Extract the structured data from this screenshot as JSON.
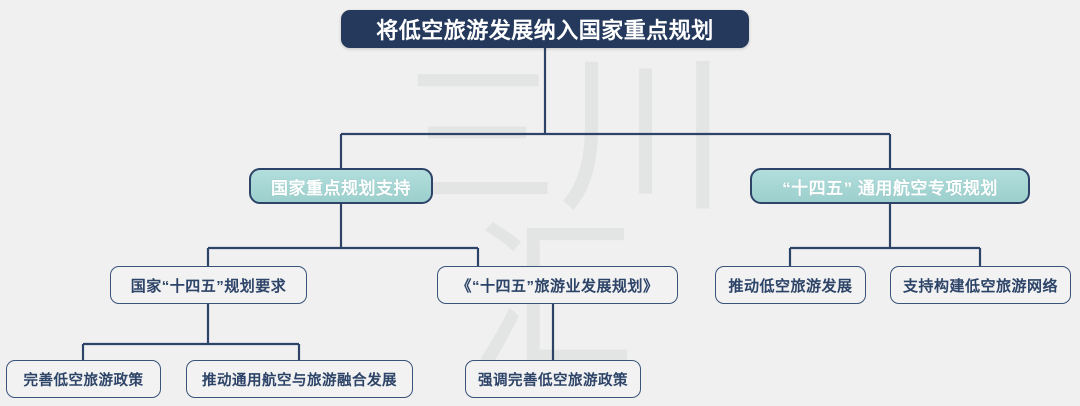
{
  "background_color": "#f0f0f0",
  "watermark": {
    "text": "三川汇",
    "chars": [
      "三",
      "川",
      "汇"
    ],
    "color": "#e3e4e4"
  },
  "colors": {
    "root_fill": "#25395c",
    "root_text": "#ffffff",
    "level2_fill": "#a8d7d5",
    "level2_border": "#2d4468",
    "level2_text": "#ffffff",
    "leaf_fill": "#f2f2f2",
    "leaf_border": "#3a5379",
    "leaf_text": "#2d4468",
    "connector": "#2d4468"
  },
  "diagram": {
    "root": {
      "label": "将低空旅游发展纳入国家重点规划"
    },
    "level2": [
      {
        "label": "国家重点规划支持"
      },
      {
        "label": "“十四五” 通用航空专项规划"
      }
    ],
    "level3": [
      {
        "label": "国家“十四五”规划要求"
      },
      {
        "label": "《“十四五”旅游业发展规划》"
      },
      {
        "label": "推动低空旅游发展"
      },
      {
        "label": "支持构建低空旅游网络"
      }
    ],
    "level4": [
      {
        "label": "完善低空旅游政策"
      },
      {
        "label": "推动通用航空与旅游融合发展"
      },
      {
        "label": "强调完善低空旅游政策"
      }
    ]
  }
}
